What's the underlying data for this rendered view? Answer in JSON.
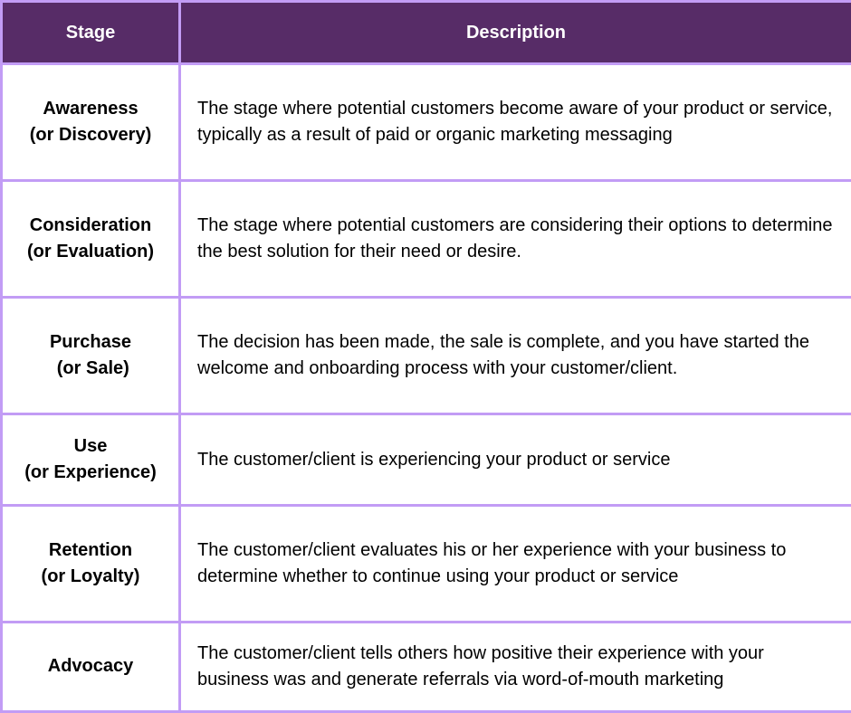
{
  "table": {
    "headers": {
      "stage": "Stage",
      "description": "Description"
    },
    "rows": [
      {
        "stage_line1": "Awareness",
        "stage_line2": "(or Discovery)",
        "description": "The stage where potential customers become aware of your product or service, typically as a result of paid or organic marketing messaging"
      },
      {
        "stage_line1": "Consideration",
        "stage_line2": "(or Evaluation)",
        "description": "The stage where potential customers are considering their options to determine the best solution for their need or desire."
      },
      {
        "stage_line1": "Purchase",
        "stage_line2": " (or Sale)",
        "description": "The decision has been made, the sale is complete, and you have started the welcome and onboarding process with your customer/client."
      },
      {
        "stage_line1": "Use",
        "stage_line2": "(or Experience)",
        "description": "The customer/client is experiencing your product or service"
      },
      {
        "stage_line1": "Retention",
        "stage_line2": "(or Loyalty)",
        "description": "The customer/client evaluates his or her experience with your business to determine whether to continue using your product or service"
      },
      {
        "stage_line1": "Advocacy",
        "stage_line2": "",
        "description": "The customer/client tells others how positive their experience with your business was and generate referrals via word-of-mouth marketing"
      }
    ]
  },
  "colors": {
    "header_bg": "#572c67",
    "header_text": "#ffffff",
    "border": "#c29cf5",
    "body_text": "#000000"
  }
}
